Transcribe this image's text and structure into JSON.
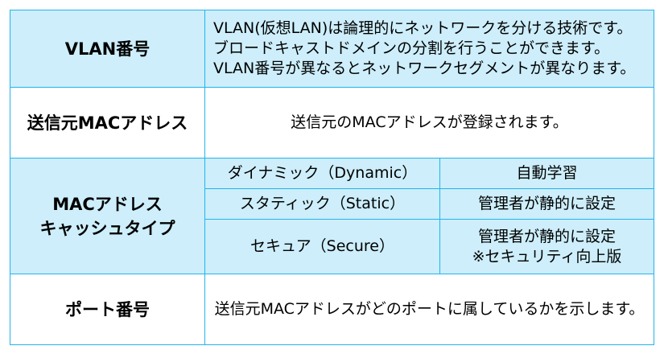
{
  "rows": {
    "vlan": {
      "header": "VLAN番号",
      "lines": [
        "VLAN(仮想LAN)は論理的にネットワークを分ける技術です。",
        "ブロードキャストドメインの分割を行うことができます。",
        "VLAN番号が異なるとネットワークセグメントが異なります。"
      ]
    },
    "src_mac": {
      "header": "送信元MACアドレス",
      "text": "送信元のMACアドレスが登録されます。"
    },
    "cache_type": {
      "header_lines": [
        "MACアドレス",
        "キャッシュタイプ"
      ],
      "items": [
        {
          "type": "ダイナミック（Dynamic）",
          "desc": [
            "自動学習"
          ]
        },
        {
          "type": "スタティック（Static）",
          "desc": [
            "管理者が静的に設定"
          ]
        },
        {
          "type": "セキュア（Secure）",
          "desc": [
            "管理者が静的に設定",
            "※セキュリティ向上版"
          ]
        }
      ]
    },
    "port": {
      "header": "ポート番号",
      "text": "送信元MACアドレスがどのポートに属しているかを示します。"
    }
  }
}
